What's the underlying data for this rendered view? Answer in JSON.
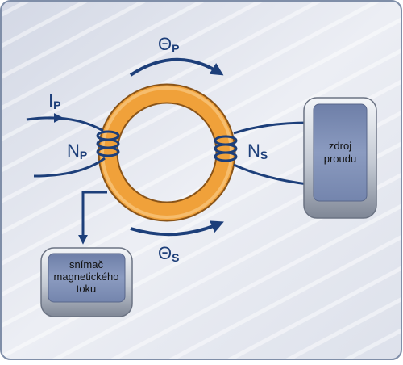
{
  "diagram": {
    "symbols": {
      "theta_p": {
        "main": "Θ",
        "sub": "P"
      },
      "theta_s": {
        "main": "Θ",
        "sub": "S"
      },
      "i_p": {
        "main": "I",
        "sub": "P"
      },
      "n_p": {
        "main": "N",
        "sub": "P"
      },
      "n_s": {
        "main": "N",
        "sub": "S"
      }
    },
    "current_source": {
      "line1": "zdroj",
      "line2": "proudu"
    },
    "flux_sensor": {
      "line1": "snímač",
      "line2": "magnetického",
      "line3": "toku"
    }
  },
  "colors": {
    "core": "#f0a13a",
    "wire": "#1d3f7a",
    "block_face": "#7f8fb5",
    "block_frame": "#c6cbd5",
    "background": "#e6e9f1",
    "border": "#7f8ea8"
  }
}
